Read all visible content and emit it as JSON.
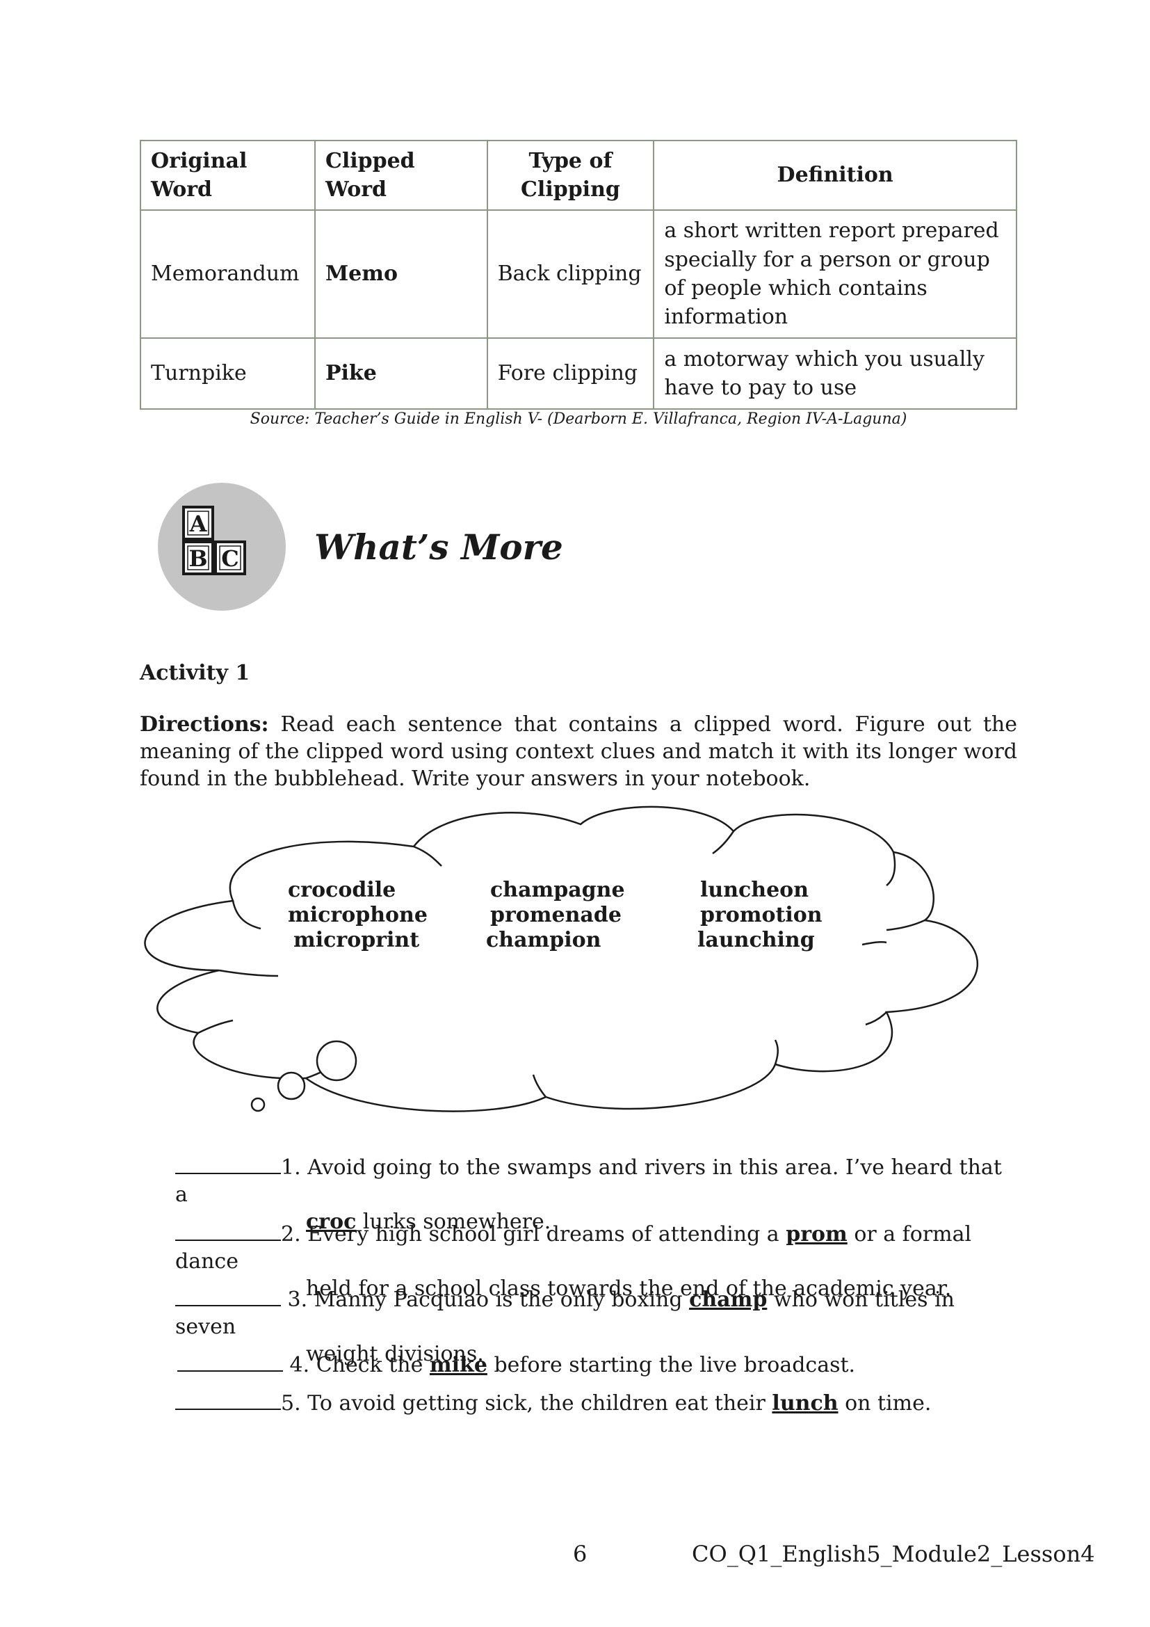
{
  "table": {
    "headers": [
      "Original Word",
      "Clipped Word",
      "Type of Clipping",
      "Definition"
    ],
    "header_type_line1": "Type of",
    "header_type_line2": "Clipping",
    "rows": [
      {
        "original": "Memorandum",
        "clipped": "Memo",
        "type": "Back clipping",
        "definition": "a short written report prepared specially for a person or group of people which contains information"
      },
      {
        "original": "Turnpike",
        "clipped": "Pike",
        "type": "Fore clipping",
        "definition": "a motorway which you usually have to pay to use"
      }
    ]
  },
  "source": "Source: Teacher’s Guide in English V- (Dearborn E. Villafranca, Region IV-A-Laguna)",
  "section": {
    "title": "What’s More",
    "icon": "abc-blocks-icon",
    "icon_letters": [
      "A",
      "B",
      "C"
    ]
  },
  "activity": {
    "title": "Activity 1",
    "directions_label": "Directions:",
    "directions_text": " Read each sentence that contains a clipped word. Figure out the meaning of the clipped word using context clues and match it with its longer word found in the bubblehead. Write your answers in your notebook."
  },
  "bubble_words": {
    "col1": [
      "crocodile",
      "microphone",
      "microprint"
    ],
    "col2": [
      "champagne",
      "promenade",
      "champion"
    ],
    "col3": [
      "luncheon",
      "promotion",
      "launching"
    ]
  },
  "items": [
    {
      "num": "1.",
      "before": " Avoid going to the swamps and rivers in this area. I’ve heard that a",
      "keyword": "croc",
      "after": " lurks somewhere."
    },
    {
      "num": "2.",
      "before": " Every high school girl dreams of attending a ",
      "keyword": "prom",
      "after": " or a formal dance",
      "line2": "held for a school class towards the end of the academic year."
    },
    {
      "num": "3.",
      "before": " Manny Pacquiao is the only boxing ",
      "keyword": "champ",
      "after": " who won titles in seven",
      "line2": "weight divisions."
    },
    {
      "num": "4.",
      "before": " Check the ",
      "keyword": "mike",
      "after": " before starting the live broadcast."
    },
    {
      "num": "5.",
      "before": " To avoid getting sick, the children eat their ",
      "keyword": "lunch",
      "after": " on time."
    }
  ],
  "footer": {
    "page_number": "6",
    "code": "CO_Q1_English5_Module2_Lesson4"
  }
}
